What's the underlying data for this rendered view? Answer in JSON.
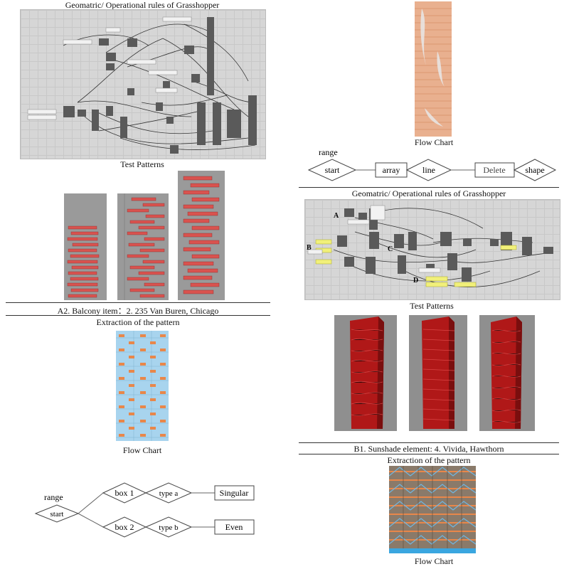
{
  "left": {
    "gh_title": "Geomatric/ Operational rules of Grasshopper",
    "test_patterns": "Test Patterns",
    "a2_caption": "A2. Balcony item：2. 235 Van Buren, Chicago",
    "extraction": "Extraction of the pattern",
    "flow_chart": "Flow Chart",
    "flow": {
      "range": "range",
      "start": "start",
      "box1": "box 1",
      "box2": "box 2",
      "type_a": "type a",
      "type_b": "type b",
      "singular": "Singular",
      "even": "Even"
    }
  },
  "right": {
    "flow_chart_top": "Flow Chart",
    "flow": {
      "range": "range",
      "start": "start",
      "array": "array",
      "line": "line",
      "delete": "Delete",
      "shape": "shape"
    },
    "gh_title": "Geomatric/ Operational rules of Grasshopper",
    "labels": {
      "a": "A",
      "b": "B",
      "c": "C",
      "d": "D"
    },
    "test_patterns": "Test Patterns",
    "b1_caption": "B1. Sunshade element: 4. Vivida, Hawthorn",
    "extraction": "Extraction of the pattern",
    "flow_chart_bottom": "Flow Chart"
  },
  "colors": {
    "balcony_red": "#d9534f",
    "tower_red": "#b01818",
    "pattern_blue": "#a8d4ee",
    "pattern_orange": "#e8874a",
    "elevation_orange": "#e9b08f"
  }
}
